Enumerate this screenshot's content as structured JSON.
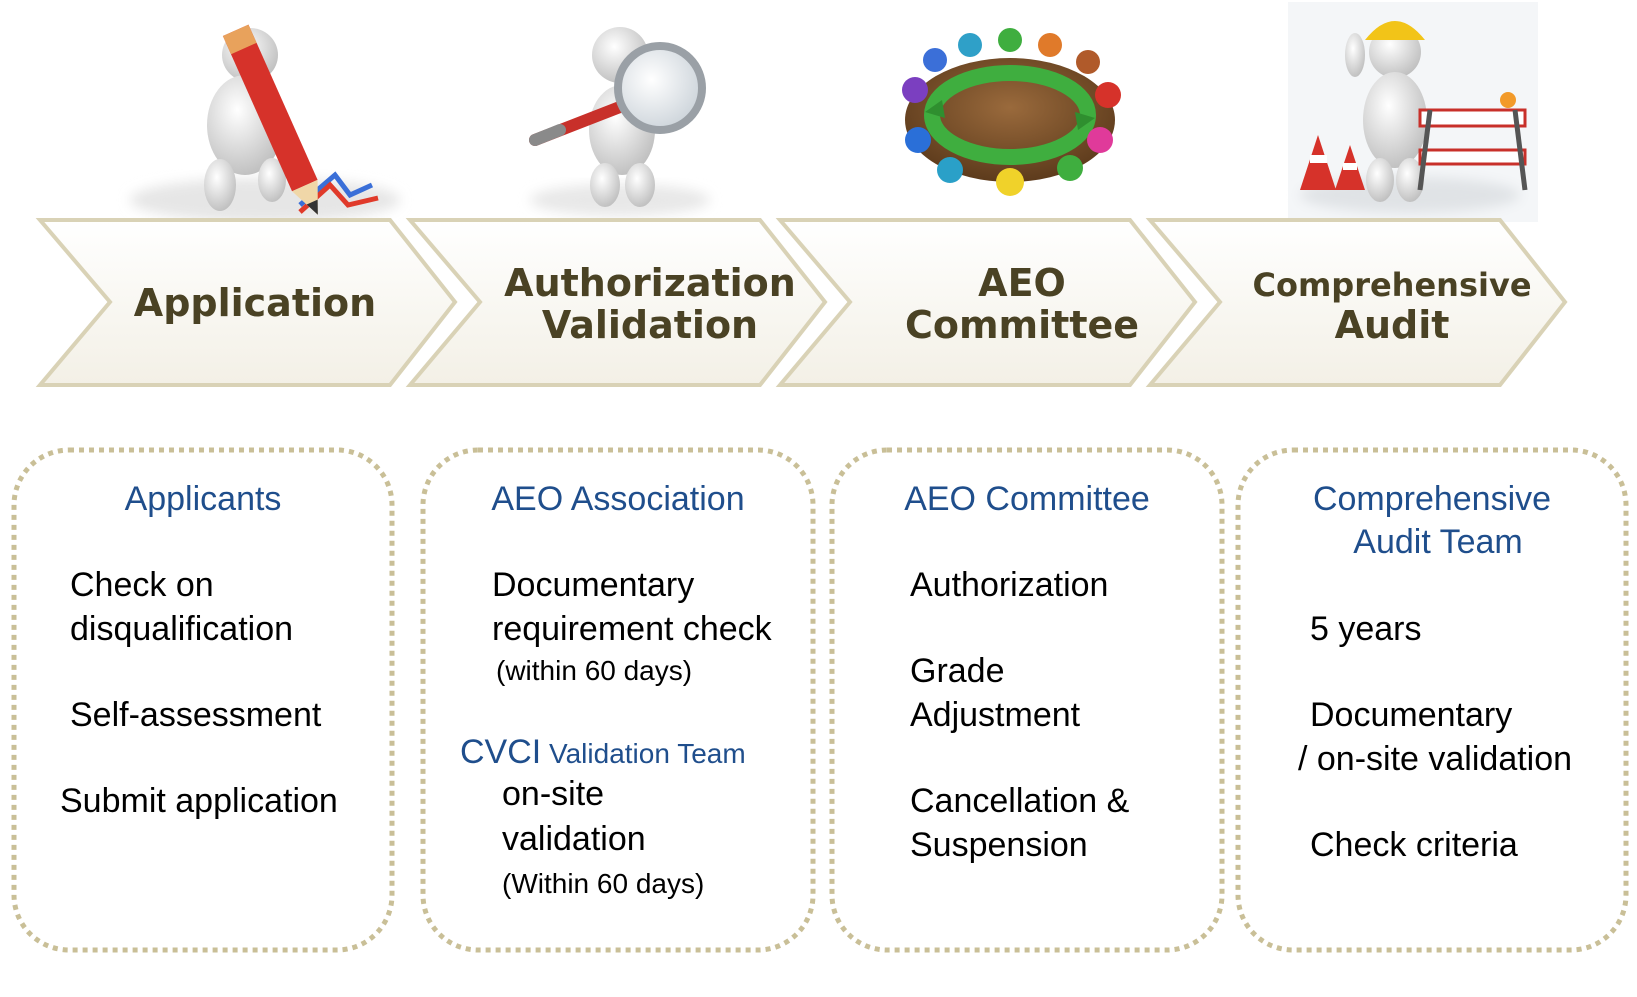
{
  "colors": {
    "chevron_border": "#d9d2b6",
    "chevron_text": "#4a4224",
    "card_border": "#c9bf97",
    "heading_blue": "#1f4e8c",
    "body_text": "#000000"
  },
  "stages": [
    {
      "icon": "figure-writing-with-pencil-icon",
      "label_lines": [
        "Application"
      ]
    },
    {
      "icon": "figure-with-magnifying-glass-icon",
      "label_lines": [
        "Authorization",
        "Validation"
      ]
    },
    {
      "icon": "committee-round-table-icon",
      "label_lines": [
        "AEO",
        "Committee"
      ]
    },
    {
      "icon": "construction-worker-barrier-icon",
      "label_lines": [
        "Comprehensive",
        "Audit"
      ]
    }
  ],
  "cards": [
    {
      "heading_lines": [
        "Applicants"
      ],
      "items": [
        [
          "Check on",
          "disqualification"
        ],
        [
          "Self-assessment"
        ],
        [
          "Submit application"
        ]
      ]
    },
    {
      "heading_lines": [
        "AEO Association"
      ],
      "items": [
        [
          "Documentary",
          "requirement check"
        ],
        [
          "(within 60 days)"
        ]
      ],
      "sub_heading_prefix": "CVCI",
      "sub_heading_rest": " Validation Team",
      "sub_items": [
        [
          "on-site",
          "validation"
        ],
        [
          "(Within 60 days)"
        ]
      ]
    },
    {
      "heading_lines": [
        "AEO Committee"
      ],
      "items": [
        [
          "Authorization"
        ],
        [
          "Grade",
          "Adjustment"
        ],
        [
          "Cancellation &",
          "Suspension"
        ]
      ]
    },
    {
      "heading_lines": [
        "Comprehensive",
        "Audit Team"
      ],
      "items": [
        [
          "5 years"
        ],
        [
          "Documentary",
          "/ on-site  validation"
        ],
        [
          "Check criteria"
        ]
      ]
    }
  ]
}
